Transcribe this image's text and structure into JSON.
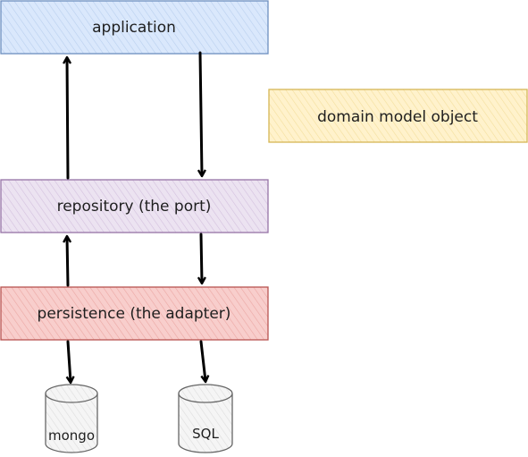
{
  "diagram": {
    "nodes": {
      "application": {
        "label": "application",
        "fill": "#dae8fc",
        "stroke": "#6c8ebf"
      },
      "domain_model": {
        "label": "domain model object",
        "fill": "#fff2cc",
        "stroke": "#d6b656"
      },
      "repository": {
        "label": "repository (the port)",
        "fill": "#e1d5e7",
        "stroke": "#9673a6"
      },
      "persistence": {
        "label": "persistence (the adapter)",
        "fill": "#f8cecc",
        "stroke": "#b85450"
      },
      "mongo": {
        "label": "mongo",
        "fill": "#f5f5f5",
        "stroke": "#666666"
      },
      "sql": {
        "label": "SQL",
        "fill": "#f5f5f5",
        "stroke": "#666666"
      }
    },
    "edges": [
      {
        "from": "repository",
        "to": "application"
      },
      {
        "from": "application",
        "to": "repository"
      },
      {
        "from": "persistence",
        "to": "repository"
      },
      {
        "from": "repository",
        "to": "persistence"
      },
      {
        "from": "persistence",
        "to": "mongo"
      },
      {
        "from": "persistence",
        "to": "sql"
      }
    ]
  }
}
